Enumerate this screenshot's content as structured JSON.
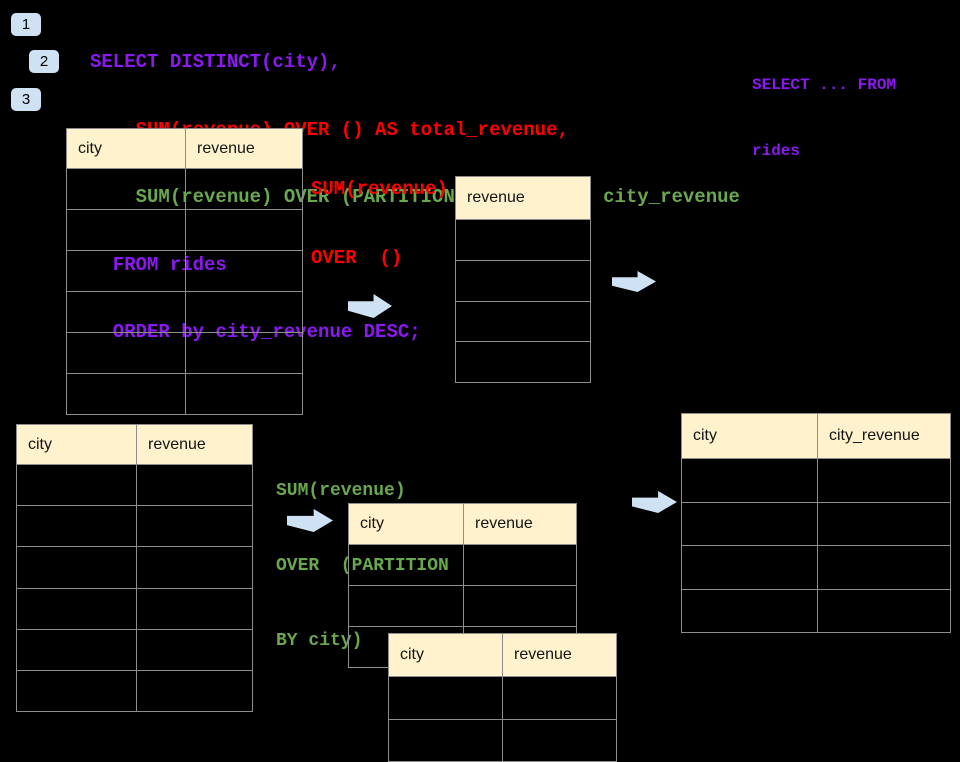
{
  "colors": {
    "background": "#000000",
    "code_purple": "#8a1af0",
    "code_red": "#fe0000",
    "code_green": "#6aa84f",
    "accent_blue": "#cfe2f3",
    "table_header_cream": "#fff2cc",
    "table_border_gray": "#8d8d8d"
  },
  "badges": [
    {
      "label": "1"
    },
    {
      "label": "2"
    },
    {
      "label": "3"
    }
  ],
  "sql_code": {
    "lines": [
      {
        "text": "SELECT DISTINCT(city),",
        "color": "purple"
      },
      {
        "text": "    SUM(revenue) OVER () AS total_revenue,",
        "color": "red"
      },
      {
        "text": "    SUM(revenue) OVER (PARTITION BY city) as city_revenue",
        "color": "green"
      },
      {
        "text": "  FROM rides",
        "color": "purple"
      },
      {
        "text": "  ORDER by city_revenue DESC;",
        "color": "purple"
      }
    ]
  },
  "side_note": {
    "line1": "SELECT ... FROM",
    "line2": "rides"
  },
  "annotations": {
    "total_revenue_label": {
      "line1": "SUM(revenue)",
      "line2": "OVER  ()"
    },
    "partition_label": {
      "line1": "SUM(revenue)",
      "line2": "OVER  (PARTITION",
      "line3": "BY city)"
    }
  },
  "tables": {
    "source_top": {
      "headers": [
        "city",
        "revenue"
      ],
      "row_count": 6
    },
    "total_result": {
      "headers": [
        "revenue"
      ],
      "row_count": 4
    },
    "source_bottom": {
      "headers": [
        "city",
        "revenue"
      ],
      "row_count": 6
    },
    "partition_back": {
      "headers": [
        "city",
        "revenue"
      ],
      "row_count": 3
    },
    "partition_front": {
      "headers": [
        "city",
        "revenue"
      ],
      "row_count": 2
    },
    "final_result": {
      "headers": [
        "city",
        "city_revenue"
      ],
      "row_count": 4
    }
  }
}
